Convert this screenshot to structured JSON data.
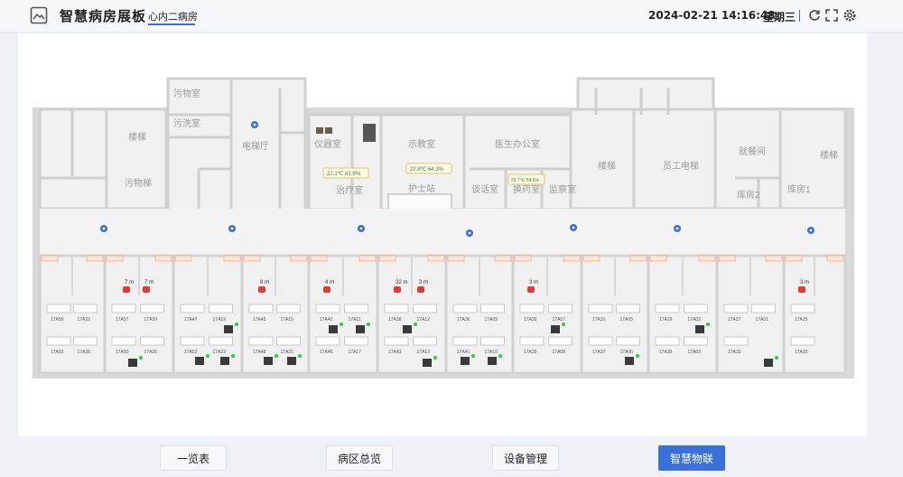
{
  "header": {
    "title": "智慧病房展板",
    "ward": "心内二病房",
    "datetime": "2024-02-21 14:16:48",
    "weekday": "星期三",
    "icons": [
      "refresh-icon",
      "fullscreen-icon",
      "settings-icon"
    ]
  },
  "floor": {
    "rooms_top": [
      "污物室",
      "污洗室",
      "电梯厅",
      "仪器室",
      "示教室",
      "医生办公室",
      "楼梯",
      "员工电梯",
      "就餐间",
      "楼梯",
      "库房2",
      "库房1"
    ],
    "labels_mid": [
      "楼梯",
      "污物梯",
      "治疗室",
      "护士站",
      "谈话室",
      "换药室",
      "监察室"
    ],
    "env_readings": [
      "22.1℃ 42.9%",
      "22.8℃ 64.3%",
      "22.7℃ 54.6%"
    ],
    "beds_row1": [
      "17A55",
      "17A57",
      "17A47",
      "17A45",
      "17A42",
      "17A38",
      "17A36",
      "17A39",
      "17A31",
      "17A29",
      "17A27",
      "17A25",
      "17A22",
      "17A20",
      "17A19",
      "17A15",
      "17A11",
      "17A12",
      "17A09",
      "17A07",
      "17A05",
      "17A02",
      "17A01"
    ],
    "beds_row2": [
      "17A53",
      "17A50",
      "17A52",
      "17A48",
      "17A46",
      "17A43",
      "17A41",
      "17A39",
      "17A37",
      "17A35",
      "17A33",
      "17A30",
      "17A28",
      "17A26",
      "17A23",
      "17A21",
      "17A17",
      "17A13",
      "17A10",
      "17A08",
      "17A06",
      "17A03"
    ],
    "alarm_tags": [
      "7 m",
      "7 m",
      "8 m",
      "4 m",
      "32 m",
      "3 m",
      "3 m",
      "3 m"
    ]
  },
  "nav": {
    "items": [
      "一览表",
      "病区总览",
      "设备管理",
      "智慧物联"
    ],
    "active": 3
  },
  "colors": {
    "accent": "#3a70d9",
    "alarm": "#e53935",
    "online": "#2ecc40"
  }
}
